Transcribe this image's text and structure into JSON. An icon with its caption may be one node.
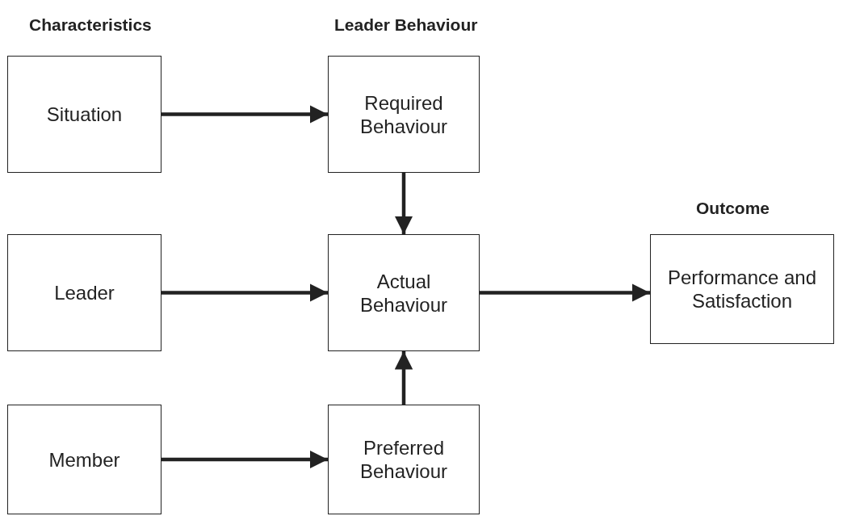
{
  "diagram": {
    "nodes": [
      {
        "text": [
          "Situation"
        ]
      },
      {
        "text": [
          "Required Behaviour"
        ]
      },
      {
        "text": [
          "Leader"
        ]
      },
      {
        "text": [
          "Actual Behaviour"
        ]
      },
      {
        "text": [
          "Performance and Satisfaction"
        ]
      },
      {
        "text": [
          "Member"
        ]
      },
      {
        "text": [
          "Preferred Behaviour"
        ]
      }
    ],
    "edges": [
      {
        "from": 0,
        "to": 1,
        "arrow": "to"
      },
      {
        "from": 1,
        "to": 3,
        "arrow": "to"
      },
      {
        "from": 2,
        "to": 3,
        "arrow": "to"
      },
      {
        "from": 3,
        "to": 4,
        "arrow": "to"
      },
      {
        "from": 5,
        "to": 6,
        "arrow": "to"
      },
      {
        "from": 6,
        "to": 3,
        "arrow": "to"
      }
    ],
    "labels": [
      "Characteristics",
      "Leader Behaviour",
      "Outcome"
    ]
  }
}
